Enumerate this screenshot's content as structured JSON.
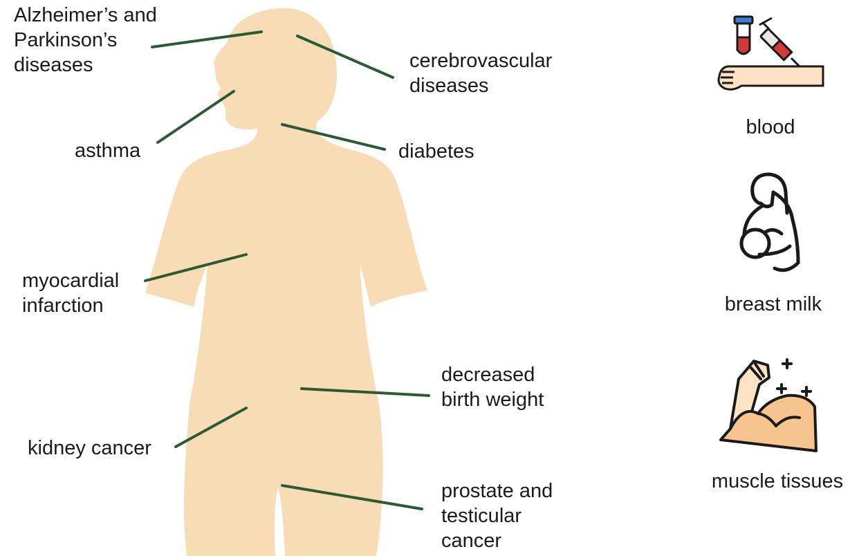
{
  "colors": {
    "silhouette": "#f7dcb6",
    "leader_line": "#2c5a34",
    "text": "#1a1a1a",
    "icon_outline": "#1a1a1a",
    "icon_skin": "#fde2c4",
    "icon_muscle": "#f7c48f",
    "icon_blood": "#d23a3a",
    "icon_tube_cap": "#3a7fd0",
    "icon_syringe_body": "#e8e8e8"
  },
  "diseases": {
    "alzheimers": "Alzheimer’s and\nParkinson’s\ndiseases",
    "cerebrovascular": "cerebrovascular\ndiseases",
    "asthma": "asthma",
    "diabetes": "diabetes",
    "myocardial": "myocardial\ninfarction",
    "birth_weight": "decreased\nbirth weight",
    "kidney": "kidney cancer",
    "prostate": "prostate and\ntesticular\ncancer"
  },
  "samples": {
    "blood": {
      "label": "blood",
      "icon": "blood-draw-icon"
    },
    "breast_milk": {
      "label": "breast milk",
      "icon": "breastfeeding-icon"
    },
    "muscle": {
      "label": "muscle tissues",
      "icon": "flexed-muscle-icon"
    }
  }
}
